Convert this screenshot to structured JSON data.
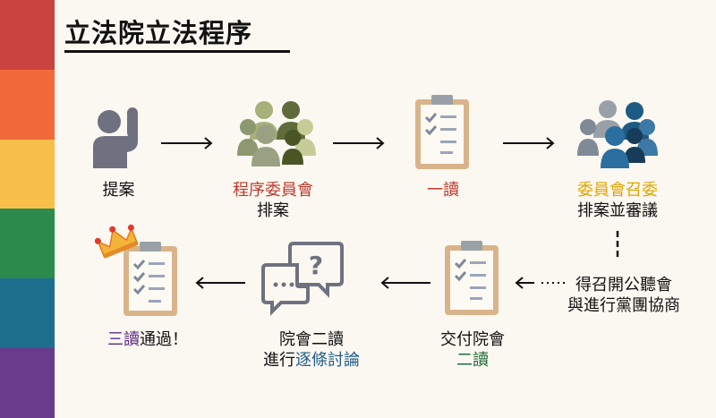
{
  "title": "立法院立法程序",
  "colors": {
    "rainbow": [
      "#c94440",
      "#f26a3a",
      "#f7bf4a",
      "#2c8a4c",
      "#1d6f8e",
      "#6a3a8c"
    ],
    "accent_red": "#c0392b",
    "accent_gold": "#e0a400",
    "accent_purple": "#5b2a86",
    "accent_green": "#1f6b3a",
    "accent_blue": "#1f5f8b"
  },
  "steps": {
    "propose": {
      "label": "提案",
      "icon": "raised-hand-icon"
    },
    "procedure": {
      "label_accent": "程序委員會",
      "label_plain": "排案",
      "icon": "committee-group-icon"
    },
    "first_reading": {
      "label_accent": "一讀",
      "icon": "clipboard-icon"
    },
    "committee": {
      "label_accent": "委員會召委",
      "label_plain": "排案並審議",
      "icon": "people-group-icon"
    },
    "hearing": {
      "line1": "得召開公聽會",
      "line2": "與進行黨團協商"
    },
    "second_reading_pass": {
      "line1": "交付院會",
      "line2_accent": "二讀",
      "icon": "clipboard-checklist-icon"
    },
    "second_reading": {
      "line1": "院會二讀",
      "line2_plain": "進行",
      "line2_accent": "逐條討論",
      "icon": "chat-question-icon"
    },
    "third_reading": {
      "label_accent": "三讀",
      "label_plain": "通過！",
      "icon": "crowned-clipboard-icon"
    }
  }
}
